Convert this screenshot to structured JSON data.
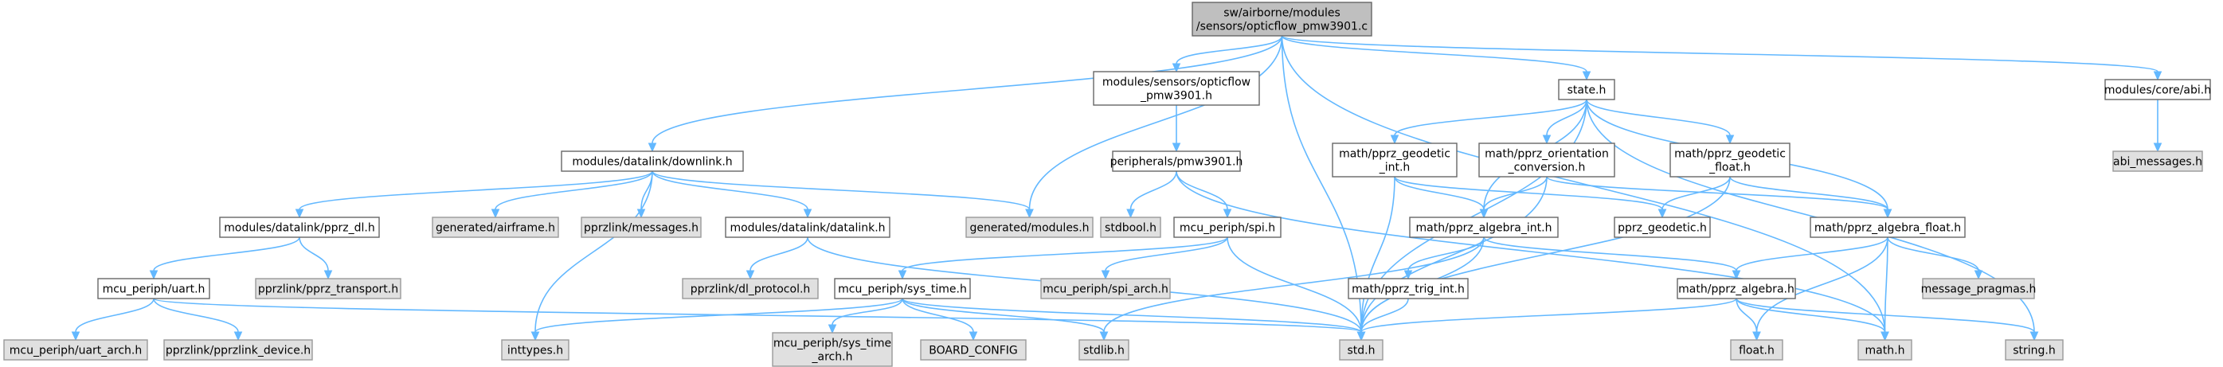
{
  "diagram": {
    "nodes": [
      {
        "id": "root",
        "lines": [
          "sw/airborne/modules",
          "/sensors/opticflow_pmw3901.c"
        ],
        "style": "root"
      },
      {
        "id": "downlink",
        "lines": [
          "modules/datalink/downlink.h"
        ],
        "style": "white"
      },
      {
        "id": "pmw_mod",
        "lines": [
          "modules/sensors/opticflow",
          "_pmw3901.h"
        ],
        "style": "white"
      },
      {
        "id": "state",
        "lines": [
          "state.h"
        ],
        "style": "white"
      },
      {
        "id": "abi",
        "lines": [
          "modules/core/abi.h"
        ],
        "style": "white"
      },
      {
        "id": "abi_msg",
        "lines": [
          "abi_messages.h"
        ],
        "style": "gray"
      },
      {
        "id": "gen_mod",
        "lines": [
          "generated/modules.h"
        ],
        "style": "gray"
      },
      {
        "id": "periph_pmw",
        "lines": [
          "peripherals/pmw3901.h"
        ],
        "style": "white"
      },
      {
        "id": "geo_int",
        "lines": [
          "math/pprz_geodetic",
          "_int.h"
        ],
        "style": "white"
      },
      {
        "id": "orient",
        "lines": [
          "math/pprz_orientation",
          "_conversion.h"
        ],
        "style": "white"
      },
      {
        "id": "geo_float",
        "lines": [
          "math/pprz_geodetic",
          "_float.h"
        ],
        "style": "white"
      },
      {
        "id": "pprz_dl",
        "lines": [
          "modules/datalink/pprz_dl.h"
        ],
        "style": "white"
      },
      {
        "id": "gen_air",
        "lines": [
          "generated/airframe.h"
        ],
        "style": "gray"
      },
      {
        "id": "pprzlink_msg",
        "lines": [
          "pprzlink/messages.h"
        ],
        "style": "gray"
      },
      {
        "id": "datalink",
        "lines": [
          "modules/datalink/datalink.h"
        ],
        "style": "white"
      },
      {
        "id": "stdbool",
        "lines": [
          "stdbool.h"
        ],
        "style": "gray"
      },
      {
        "id": "spi",
        "lines": [
          "mcu_periph/spi.h"
        ],
        "style": "white"
      },
      {
        "id": "alg_int",
        "lines": [
          "math/pprz_algebra_int.h"
        ],
        "style": "white"
      },
      {
        "id": "pprz_geo",
        "lines": [
          "pprz_geodetic.h"
        ],
        "style": "white"
      },
      {
        "id": "alg_float",
        "lines": [
          "math/pprz_algebra_float.h"
        ],
        "style": "white"
      },
      {
        "id": "uart",
        "lines": [
          "mcu_periph/uart.h"
        ],
        "style": "white"
      },
      {
        "id": "pprz_transport",
        "lines": [
          "pprzlink/pprz_transport.h"
        ],
        "style": "gray"
      },
      {
        "id": "dl_protocol",
        "lines": [
          "pprzlink/dl_protocol.h"
        ],
        "style": "gray"
      },
      {
        "id": "sys_time",
        "lines": [
          "mcu_periph/sys_time.h"
        ],
        "style": "white"
      },
      {
        "id": "spi_arch",
        "lines": [
          "mcu_periph/spi_arch.h"
        ],
        "style": "gray"
      },
      {
        "id": "trig_int",
        "lines": [
          "math/pprz_trig_int.h"
        ],
        "style": "white"
      },
      {
        "id": "msg_pragmas",
        "lines": [
          "message_pragmas.h"
        ],
        "style": "gray"
      },
      {
        "id": "alg",
        "lines": [
          "math/pprz_algebra.h"
        ],
        "style": "white"
      },
      {
        "id": "uart_arch",
        "lines": [
          "mcu_periph/uart_arch.h"
        ],
        "style": "gray"
      },
      {
        "id": "pprzlink_dev",
        "lines": [
          "pprzlink/pprzlink_device.h"
        ],
        "style": "gray"
      },
      {
        "id": "inttypes",
        "lines": [
          "inttypes.h"
        ],
        "style": "gray"
      },
      {
        "id": "sys_time_arch",
        "lines": [
          "mcu_periph/sys_time",
          "_arch.h"
        ],
        "style": "gray"
      },
      {
        "id": "board_config",
        "lines": [
          "BOARD_CONFIG"
        ],
        "style": "gray"
      },
      {
        "id": "stdlib",
        "lines": [
          "stdlib.h"
        ],
        "style": "gray"
      },
      {
        "id": "std",
        "lines": [
          "std.h"
        ],
        "style": "gray"
      },
      {
        "id": "float",
        "lines": [
          "float.h"
        ],
        "style": "gray"
      },
      {
        "id": "math",
        "lines": [
          "math.h"
        ],
        "style": "gray"
      },
      {
        "id": "string",
        "lines": [
          "string.h"
        ],
        "style": "gray"
      }
    ],
    "edges": [
      [
        "root",
        "downlink"
      ],
      [
        "root",
        "pmw_mod"
      ],
      [
        "root",
        "state"
      ],
      [
        "root",
        "abi"
      ],
      [
        "root",
        "gen_mod"
      ],
      [
        "root",
        "std"
      ],
      [
        "root",
        "math"
      ],
      [
        "downlink",
        "pprz_dl"
      ],
      [
        "downlink",
        "gen_air"
      ],
      [
        "downlink",
        "pprzlink_msg"
      ],
      [
        "downlink",
        "datalink"
      ],
      [
        "downlink",
        "gen_mod"
      ],
      [
        "downlink",
        "inttypes"
      ],
      [
        "pmw_mod",
        "periph_pmw"
      ],
      [
        "state",
        "geo_int"
      ],
      [
        "state",
        "orient"
      ],
      [
        "state",
        "geo_float"
      ],
      [
        "state",
        "alg_int"
      ],
      [
        "state",
        "alg_float"
      ],
      [
        "state",
        "std"
      ],
      [
        "state",
        "string"
      ],
      [
        "abi",
        "abi_msg"
      ],
      [
        "periph_pmw",
        "stdbool"
      ],
      [
        "periph_pmw",
        "spi"
      ],
      [
        "periph_pmw",
        "math"
      ],
      [
        "geo_int",
        "alg_int"
      ],
      [
        "geo_int",
        "pprz_geo"
      ],
      [
        "geo_int",
        "std"
      ],
      [
        "orient",
        "alg_int"
      ],
      [
        "orient",
        "alg_float"
      ],
      [
        "orient",
        "std"
      ],
      [
        "geo_float",
        "pprz_geo"
      ],
      [
        "geo_float",
        "alg_float"
      ],
      [
        "geo_float",
        "std"
      ],
      [
        "pprz_dl",
        "uart"
      ],
      [
        "pprz_dl",
        "pprz_transport"
      ],
      [
        "datalink",
        "dl_protocol"
      ],
      [
        "datalink",
        "std"
      ],
      [
        "spi",
        "sys_time"
      ],
      [
        "spi",
        "spi_arch"
      ],
      [
        "spi",
        "std"
      ],
      [
        "alg_int",
        "trig_int"
      ],
      [
        "alg_int",
        "alg"
      ],
      [
        "alg_int",
        "std"
      ],
      [
        "alg_int",
        "stdlib"
      ],
      [
        "alg_float",
        "alg"
      ],
      [
        "alg_float",
        "msg_pragmas"
      ],
      [
        "alg_float",
        "float"
      ],
      [
        "alg_float",
        "math"
      ],
      [
        "uart",
        "uart_arch"
      ],
      [
        "uart",
        "pprzlink_dev"
      ],
      [
        "uart",
        "std"
      ],
      [
        "sys_time",
        "sys_time_arch"
      ],
      [
        "sys_time",
        "board_config"
      ],
      [
        "sys_time",
        "inttypes"
      ],
      [
        "sys_time",
        "stdlib"
      ],
      [
        "sys_time",
        "std"
      ],
      [
        "trig_int",
        "std"
      ],
      [
        "alg",
        "std"
      ],
      [
        "alg",
        "float"
      ],
      [
        "alg",
        "math"
      ],
      [
        "alg",
        "string"
      ]
    ]
  }
}
